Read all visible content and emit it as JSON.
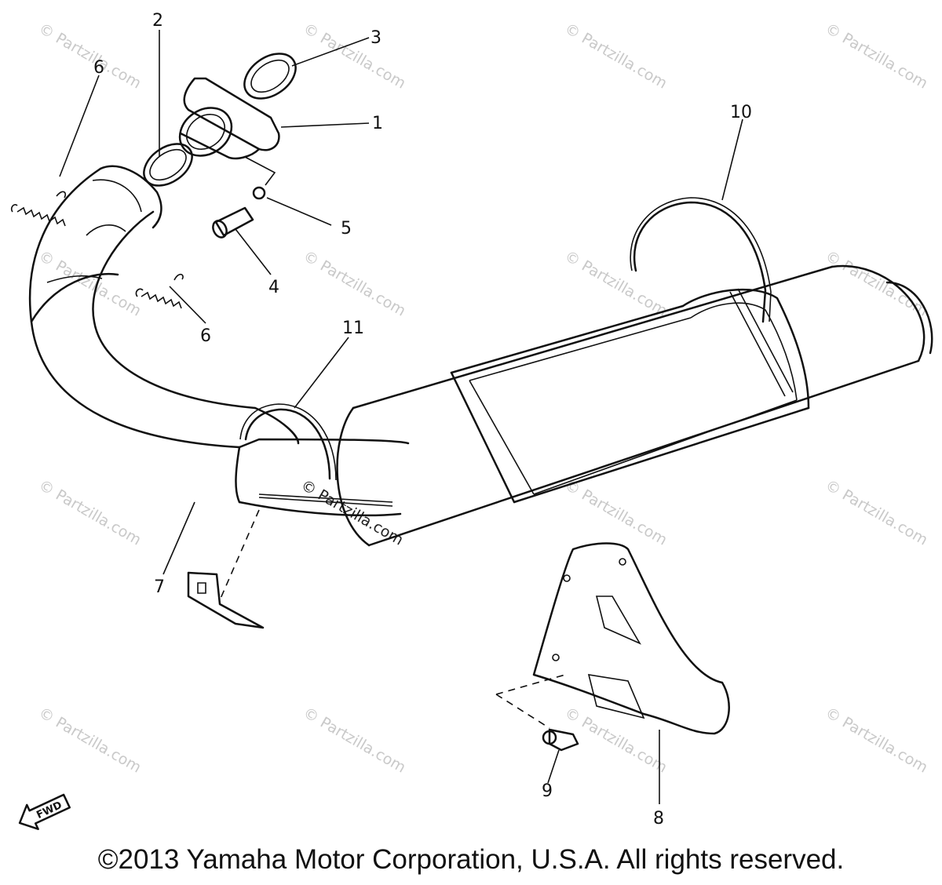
{
  "diagram": {
    "callouts": [
      {
        "id": "1",
        "label": "1"
      },
      {
        "id": "2",
        "label": "2"
      },
      {
        "id": "3",
        "label": "3"
      },
      {
        "id": "4",
        "label": "4"
      },
      {
        "id": "5",
        "label": "5"
      },
      {
        "id": "6a",
        "label": "6"
      },
      {
        "id": "6b",
        "label": "6"
      },
      {
        "id": "7",
        "label": "7"
      },
      {
        "id": "8",
        "label": "8"
      },
      {
        "id": "9",
        "label": "9"
      },
      {
        "id": "10",
        "label": "10"
      },
      {
        "id": "11",
        "label": "11"
      }
    ],
    "fwd_label": "FWD",
    "watermark": "© Partzilla.com",
    "copyright": "©2013 Yamaha Motor Corporation, U.S.A. All rights reserved."
  }
}
